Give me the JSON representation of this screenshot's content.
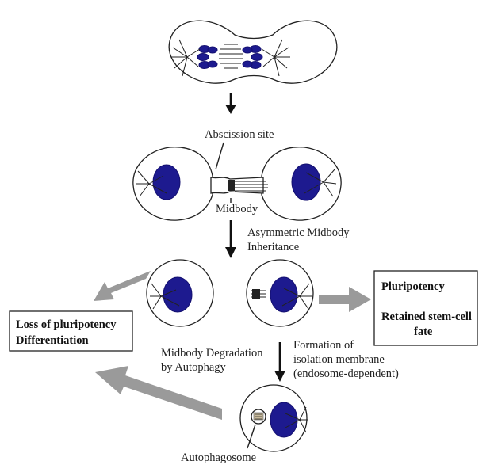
{
  "labels": {
    "abscission_site": "Abscission site",
    "midbody": "Midbody",
    "asymmetric_line1": "Asymmetric Midbody",
    "asymmetric_line2": "Inheritance",
    "degradation_line1": "Midbody Degradation",
    "degradation_line2": "by Autophagy",
    "formation_line1": "Formation of",
    "formation_line2": "isolation membrane",
    "formation_line3": "(endosome-dependent)",
    "autophagosome": "Autophagosome"
  },
  "boxes": {
    "left": {
      "line1": "Loss of pluripotency",
      "line2": "Differentiation"
    },
    "right": {
      "line1": "Pluripotency",
      "line2": "Retained stem-cell",
      "line3": "fate"
    }
  },
  "colors": {
    "nucleus": "#1d1a8f",
    "grey_arrow": "#9a9a9a",
    "outline": "#222222"
  }
}
